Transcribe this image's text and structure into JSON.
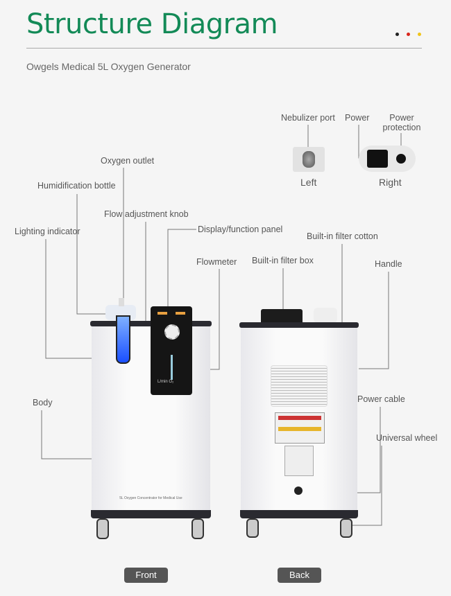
{
  "header": {
    "title": "Structure Diagram",
    "subtitle": "Owgels Medical 5L Oxygen Generator",
    "dots": [
      "#222222",
      "#d9261c",
      "#f0c419"
    ]
  },
  "labels": {
    "nebulizer_port": "Nebulizer port",
    "power": "Power",
    "power_protection": "Power protection",
    "left": "Left",
    "right": "Right",
    "oxygen_outlet": "Oxygen outlet",
    "humidification_bottle": "Humidification bottle",
    "flow_knob": "Flow adjustment knob",
    "lighting_indicator": "Lighting indicator",
    "display_panel": "Display/function panel",
    "flowmeter": "Flowmeter",
    "filter_box": "Built-in filter box",
    "filter_cotton": "Built-in filter cotton",
    "handle": "Handle",
    "body": "Body",
    "power_cable": "Power cable",
    "universal_wheel": "Universal wheel"
  },
  "device": {
    "front_text": "5L Oxygen Concentrator for Medical Use",
    "flow_unit": "L/min O₂"
  },
  "buttons": {
    "front": "Front",
    "back": "Back"
  },
  "accent": "#138a57"
}
